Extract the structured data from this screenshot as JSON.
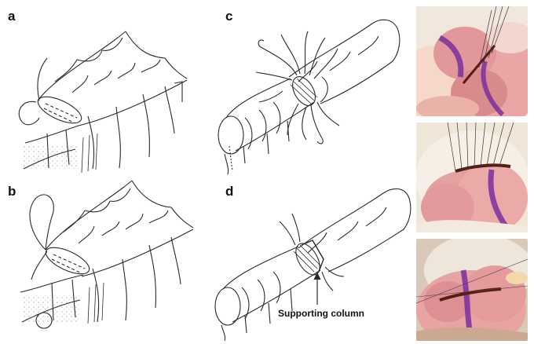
{
  "panels": [
    {
      "id": "a",
      "label": "a"
    },
    {
      "id": "b",
      "label": "b"
    },
    {
      "id": "c",
      "label": "c"
    },
    {
      "id": "d",
      "label": "d"
    }
  ],
  "annotation": {
    "text": "Supporting column"
  },
  "colors": {
    "line": "#2a2a2a",
    "tissue": "#e7a9a6",
    "tissue_shadow": "#b86a6a",
    "dye": "#7a2f9e",
    "suture": "#5a1d12",
    "tray": "#efe6d8"
  }
}
